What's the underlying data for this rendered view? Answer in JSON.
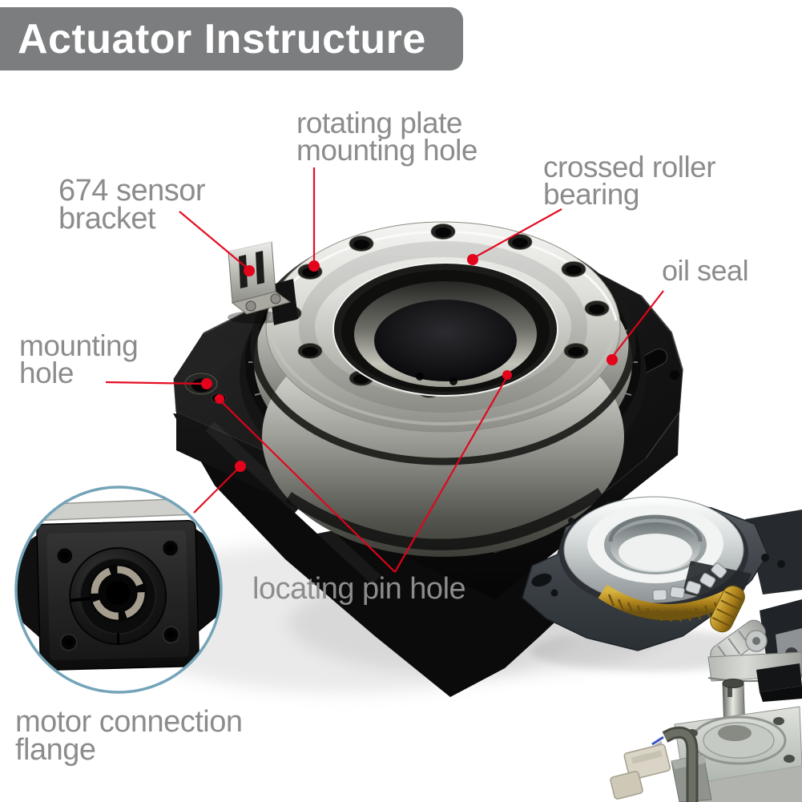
{
  "header": {
    "title": "Actuator Instructure",
    "bg_color": "#7b7d7f",
    "text_color": "#ffffff"
  },
  "colors": {
    "accent_red": "#e3041b",
    "label_gray": "#8c8c8c",
    "background": "#ffffff",
    "inset_border": "#74a4b8"
  },
  "labels": {
    "rotating_plate_mounting_hole": {
      "line1": "rotating plate",
      "line2": "mounting hole"
    },
    "crossed_roller_bearing": {
      "line1": "crossed roller",
      "line2": "bearing"
    },
    "sensor_bracket": {
      "line1": "674 sensor",
      "line2": "bracket"
    },
    "oil_seal": {
      "line1": "oil seal",
      "line2": ""
    },
    "mounting_hole": {
      "line1": "mounting",
      "line2": "hole"
    },
    "locating_pin_hole": {
      "line1": "locating pin hole",
      "line2": ""
    },
    "motor_connection_flange": {
      "line1": "motor connection",
      "line2": "flange"
    }
  }
}
